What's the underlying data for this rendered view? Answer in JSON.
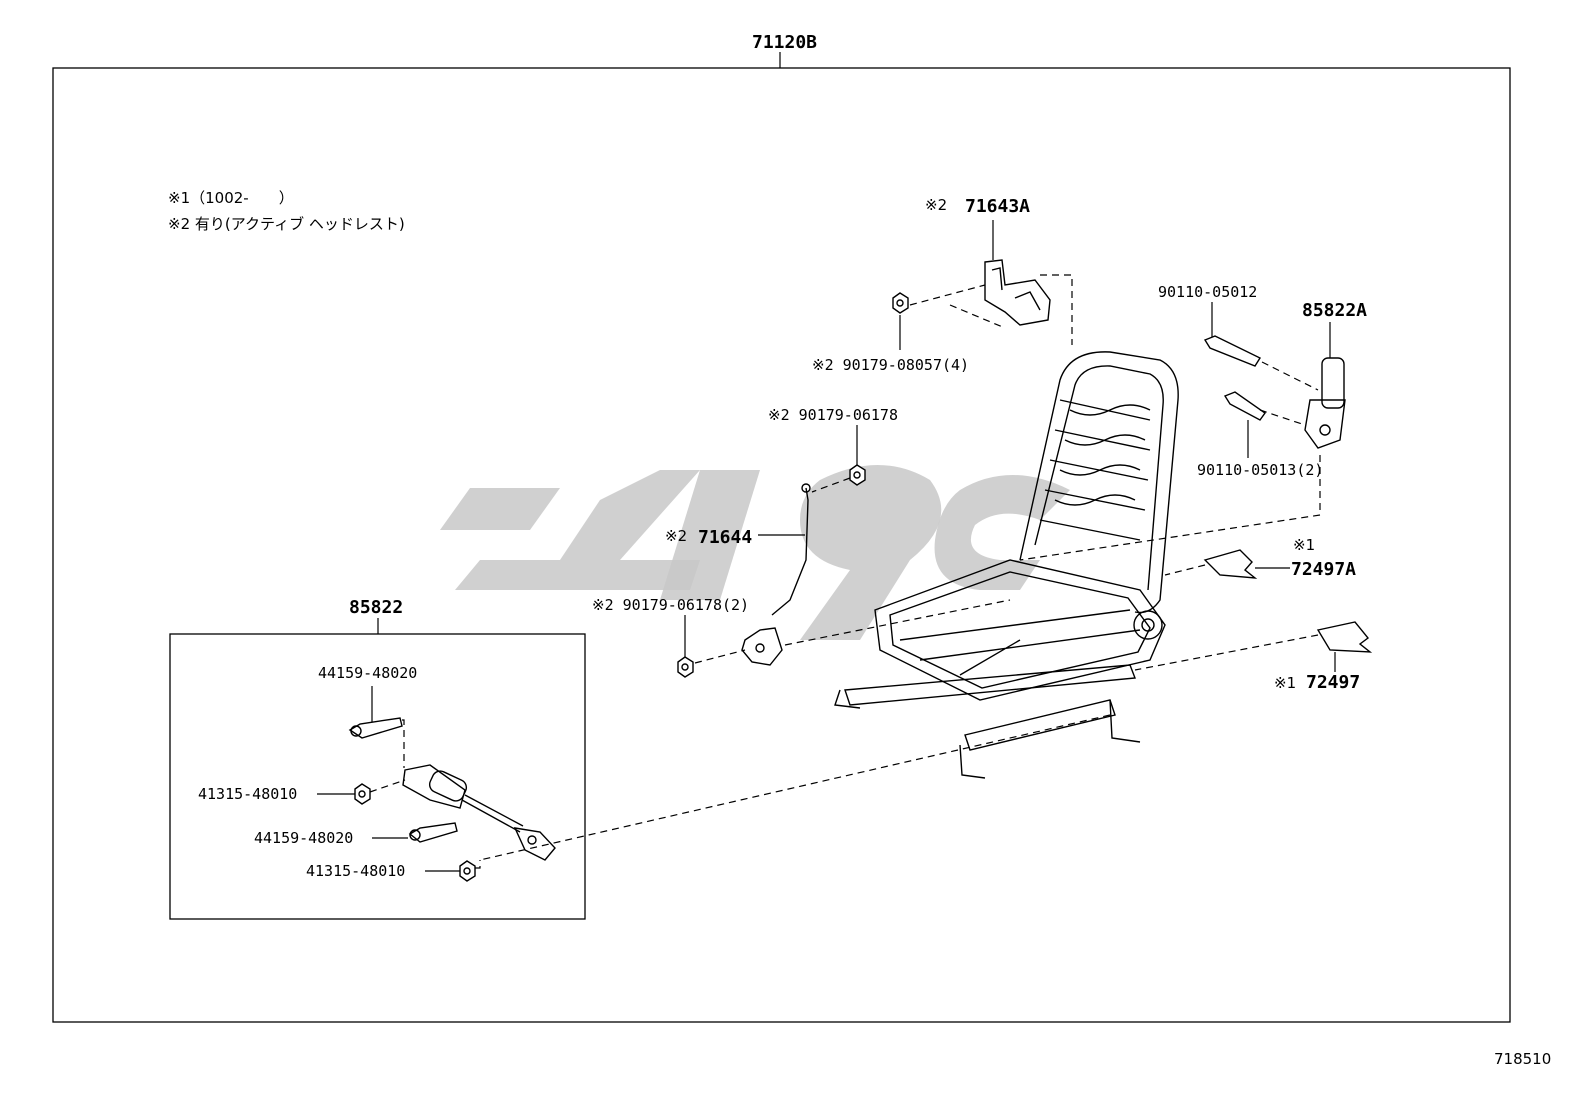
{
  "diagram": {
    "assembly_label": "71120B",
    "diagram_number": "718510",
    "notes": [
      "※1（1002-　　）",
      "※2  有り(アクティブ  ヘッドレスト)"
    ],
    "subassembly_label": "85822",
    "labels": {
      "p71643A": {
        "mark": "※2",
        "code": "71643A"
      },
      "p90179_08057": "※2 90179-08057(4)",
      "p90110_05012": "90110-05012",
      "p85822A": "85822A",
      "p90179_06178": "※2 90179-06178",
      "p90110_05013": "90110-05013(2)",
      "p71644": {
        "mark": "※2",
        "code": "71644"
      },
      "p72497A_mark": "※1",
      "p72497A": "72497A",
      "p90179_06178_2": "※2 90179-06178(2)",
      "p72497": {
        "mark": "※1",
        "code": "72497"
      },
      "p44159_a": "44159-48020",
      "p41315_a": "41315-48010",
      "p44159_b": "44159-48020",
      "p41315_b": "41315-48010"
    }
  }
}
